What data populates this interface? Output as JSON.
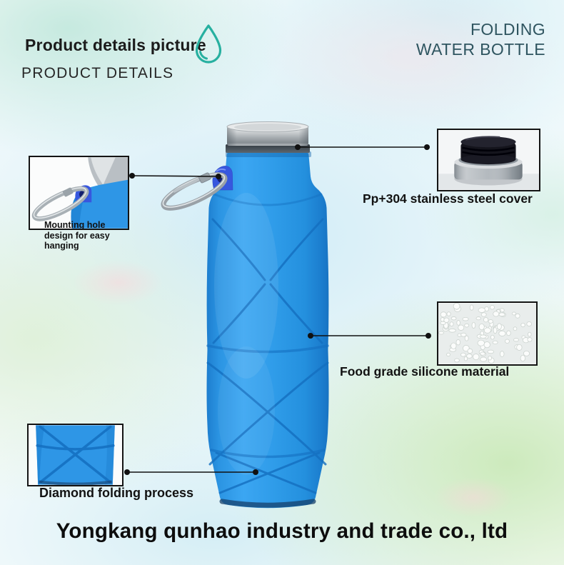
{
  "header": {
    "title": "Product details picture",
    "subtitle": "PRODUCT DETAILS",
    "brand": {
      "line1": "FOLDING",
      "line2": "WATER BOTTLE"
    }
  },
  "callouts": {
    "cap": {
      "label": "Pp+304 stainless steel cover"
    },
    "mounting": {
      "label": "Mounting hole design for easy hanging"
    },
    "silicone": {
      "label": "Food grade silicone material"
    },
    "folding": {
      "label": "Diamond folding process"
    }
  },
  "footer": {
    "company": "Yongkang qunhao industry and trade co., ltd"
  },
  "icons": {
    "drop": "water-drop-icon"
  },
  "colors": {
    "bottle_blue": "#2E9AE8",
    "crease_blue": "#146FC0",
    "accent_teal": "#27B0A0",
    "brand_text": "#2F5560",
    "text_black": "#141414",
    "callout_line": "#111111",
    "steel_silver": "#B8BDC1"
  }
}
